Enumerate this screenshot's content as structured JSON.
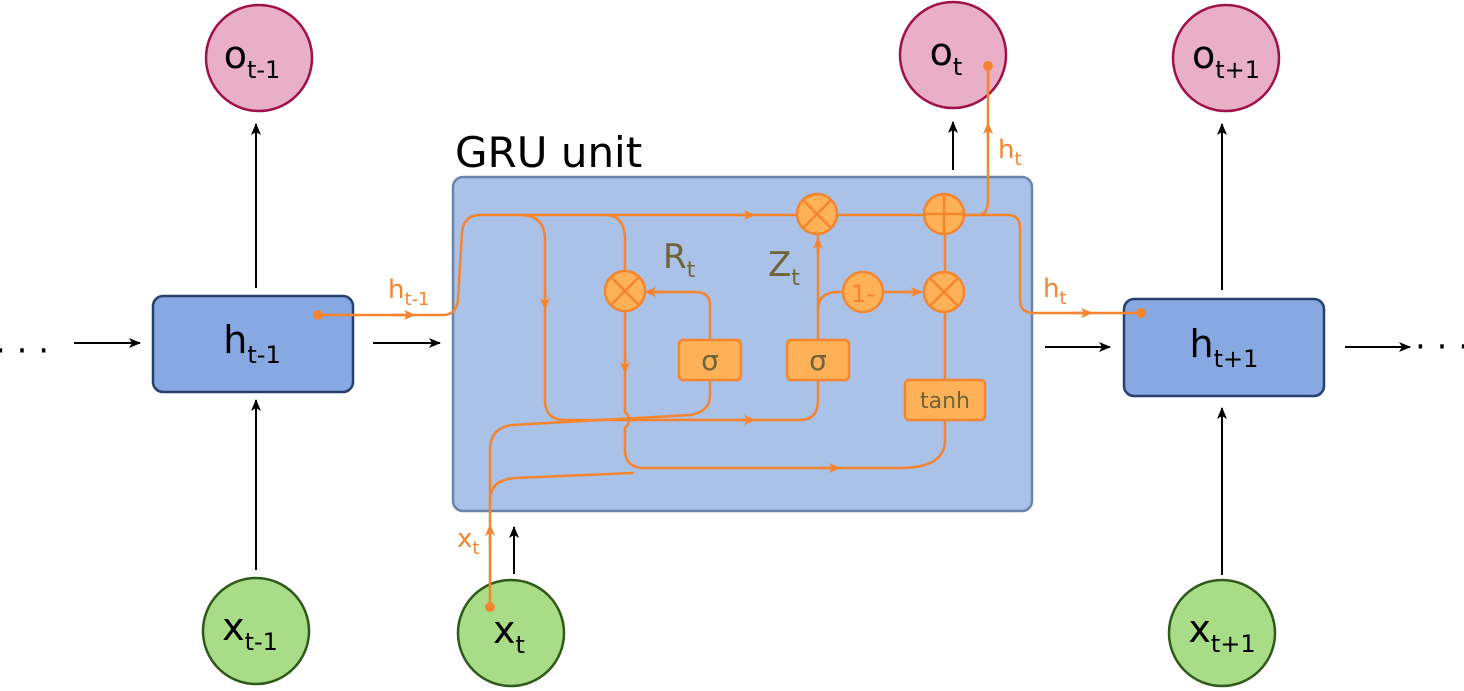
{
  "title": "GRU unit",
  "ellipsis": "· · ·",
  "nodes": {
    "o_prev": {
      "base": "o",
      "sub": "t-1"
    },
    "o_cur": {
      "base": "o",
      "sub": "t"
    },
    "o_next": {
      "base": "o",
      "sub": "t+1"
    },
    "h_prev": {
      "base": "h",
      "sub": "t-1"
    },
    "h_next": {
      "base": "h",
      "sub": "t+1"
    },
    "x_prev": {
      "base": "x",
      "sub": "t-1"
    },
    "x_cur": {
      "base": "x",
      "sub": "t"
    },
    "x_next": {
      "base": "x",
      "sub": "t+1"
    }
  },
  "internal": {
    "sigma": "σ",
    "tanh": "tanh",
    "one_minus": "1-",
    "reset_gate": {
      "base": "R",
      "sub": "t"
    },
    "update_gate": {
      "base": "Z",
      "sub": "t"
    },
    "h_in": {
      "base": "h",
      "sub": "t-1"
    },
    "h_out": {
      "base": "h",
      "sub": "t"
    },
    "h_out_right": {
      "base": "h",
      "sub": "t"
    },
    "x_in": {
      "base": "x",
      "sub": "t"
    }
  },
  "colors": {
    "output_fill": "#E9AFC6",
    "output_stroke": "#A0104A",
    "hidden_fill": "#87A8E0",
    "hidden_stroke": "#27406F",
    "input_fill": "#A8DC86",
    "input_stroke": "#2F5A1C",
    "unit_fill": "#AAC2E8",
    "unit_stroke": "#6A84A8",
    "flow": "#F5842E",
    "gate_fill": "#FFB158",
    "gate_text": "#6E6437",
    "arrow": "#000000"
  }
}
